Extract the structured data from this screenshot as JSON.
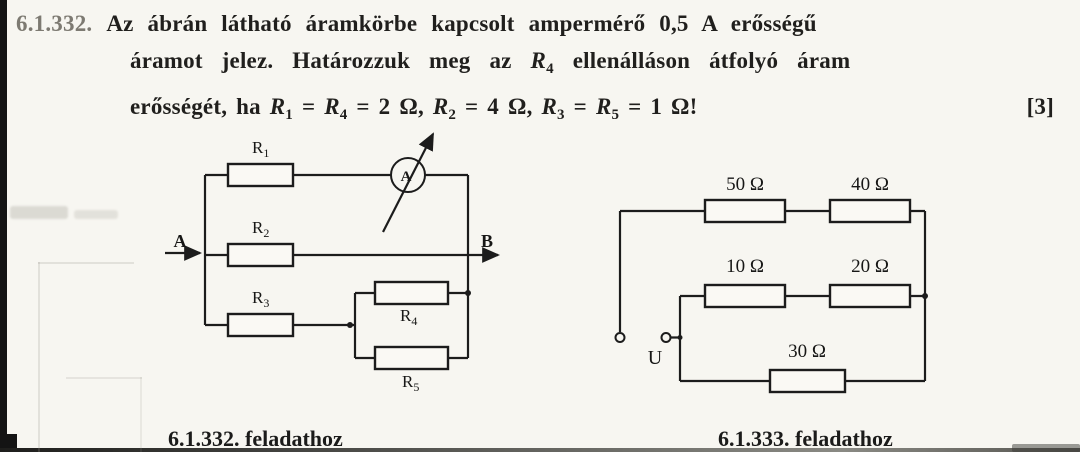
{
  "problem": {
    "number": "6.1.332.",
    "line1": "Az ábrán látható áramkörbe kapcsolt ampermérő 0,5 A erősségű",
    "line2": {
      "t1": "áramot jelez. Határozzuk meg az ",
      "r": "R",
      "rsub": "4",
      "t2": " ellenálláson átfolyó áram"
    },
    "line3": {
      "t1": "erősségét, ha ",
      "r1": "R",
      "s1": "1",
      "e1": " = ",
      "r2": "R",
      "s2": "4",
      "e2": " = 2 Ω, ",
      "r3": "R",
      "s3": "2",
      "e3": " = 4 Ω, ",
      "r4": "R",
      "s4": "3",
      "e4": " = ",
      "r5": "R",
      "s5": "5",
      "e5": " = 1 Ω!",
      "points": "[3]"
    }
  },
  "left_circuit": {
    "caption": "6.1.332. feladathoz",
    "node_a": "A",
    "node_b": "B",
    "ammeter": "A",
    "r1": {
      "name": "R",
      "sub": "1"
    },
    "r2": {
      "name": "R",
      "sub": "2"
    },
    "r3": {
      "name": "R",
      "sub": "3"
    },
    "r4": {
      "name": "R",
      "sub": "4"
    },
    "r5": {
      "name": "R",
      "sub": "5"
    }
  },
  "right_circuit": {
    "caption": "6.1.333. feladathoz",
    "labels": {
      "r50": "50 Ω",
      "r40": "40 Ω",
      "r10": "10 Ω",
      "r20": "20 Ω",
      "r30": "30 Ω",
      "source": "U"
    }
  }
}
